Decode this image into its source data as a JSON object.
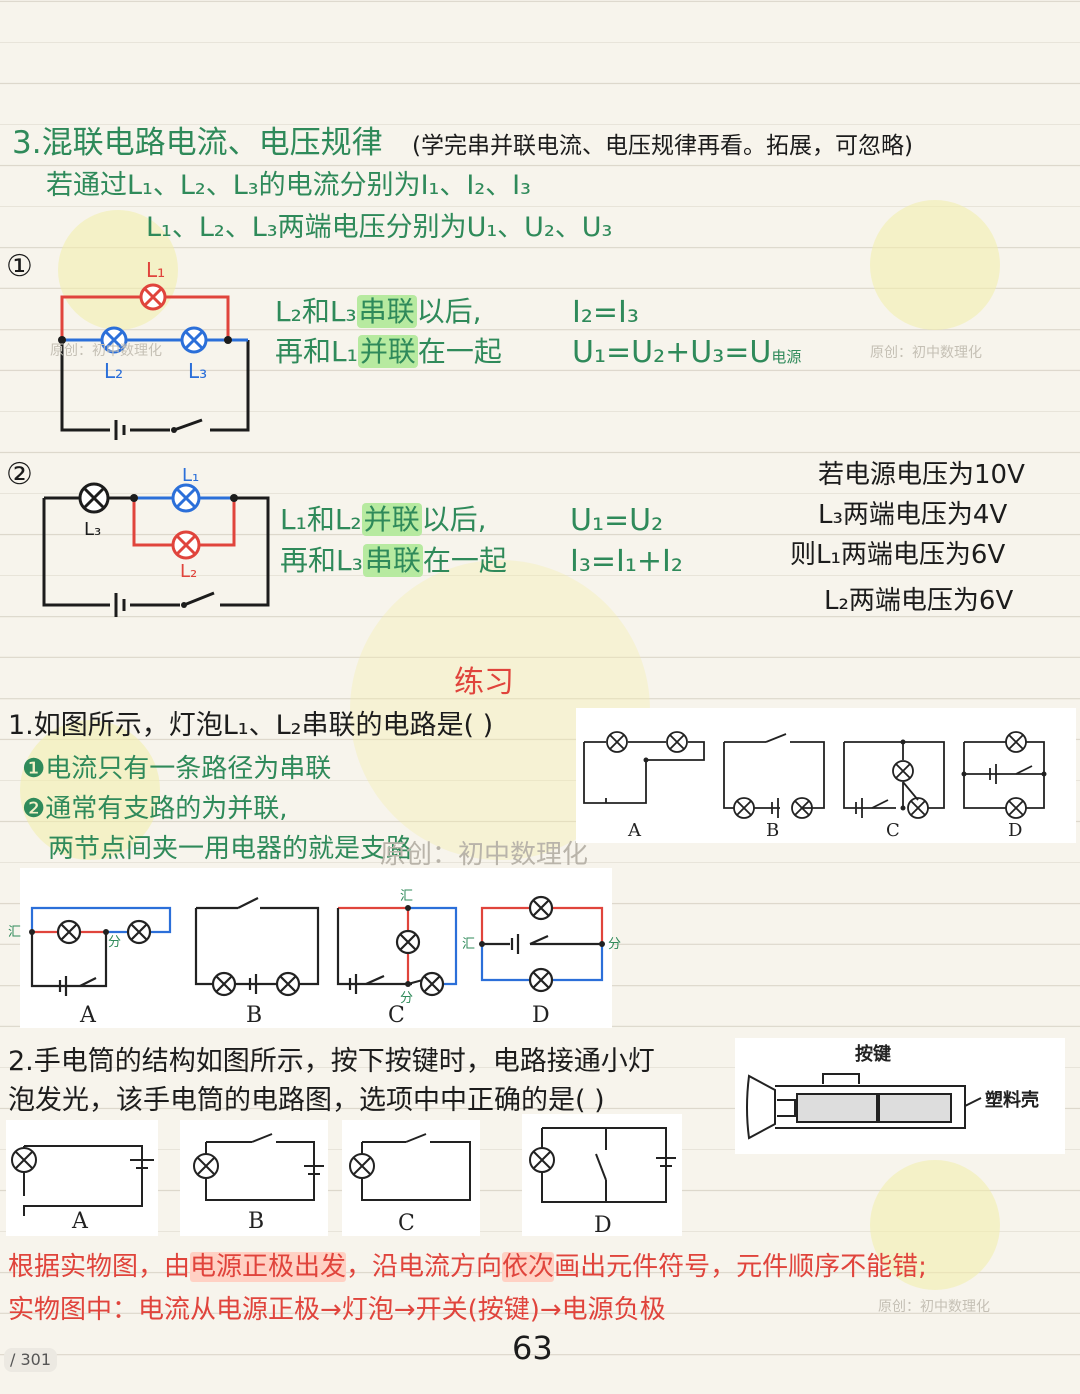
{
  "section3": {
    "title": "3.混联电路电流、电压规律",
    "note": "(学完串并联电流、电压规律再看。拓展，可忽略)",
    "intro1": "若通过L₁、L₂、L₃的电流分别为I₁、I₂、I₃",
    "intro2": "L₁、L₂、L₃两端电压分别为U₁、U₂、U₃"
  },
  "case1": {
    "num": "①",
    "line1_a": "L₂和L₃",
    "line1_hl": "串联",
    "line1_b": "以后,",
    "line2_a": "再和L₁",
    "line2_hl": "并联",
    "line2_b": "在一起",
    "eq1": "I₂=I₃",
    "eq2": "U₁=U₂+U₃=U",
    "eq2_sub": "电源",
    "labels": {
      "l1": "L₁",
      "l2": "L₂",
      "l3": "L₃"
    }
  },
  "case2": {
    "num": "②",
    "line1_a": "L₁和L₂",
    "line1_hl": "并联",
    "line1_b": "以后,",
    "line2_a": "再和L₃",
    "line2_hl": "串联",
    "line2_b": "在一起",
    "eq1": "U₁=U₂",
    "eq2": "I₃=I₁+I₂",
    "side": [
      "若电源电压为10V",
      "L₃两端电压为4V",
      "则L₁两端电压为6V",
      "L₂两端电压为6V"
    ],
    "labels": {
      "l1": "L₁",
      "l2": "L₂",
      "l3": "L₃"
    }
  },
  "practice": {
    "title": "练习",
    "q1": "1.如图所示，灯泡L₁、L₂串联的电路是(    )",
    "hint1": "❶电流只有一条路径为串联",
    "hint2": "❷通常有支路的为并联,",
    "hint3": "两节点间夹一用电器的就是支路",
    "options": [
      "A",
      "B",
      "C",
      "D"
    ],
    "node_in": "汇",
    "node_out": "分",
    "q2_line1": "2.手电筒的结构如图所示，按下按键时，电路接通小灯",
    "q2_line2": "泡发光，该手电筒的电路图，选项中中正确的是(    )",
    "flash_key": "按键",
    "flash_shell": "塑料壳",
    "conclusion_a": "根据实物图，由",
    "conclusion_hl1": "电源正极出发",
    "conclusion_b": "，沿电流方向",
    "conclusion_hl2": "依次",
    "conclusion_c": "画出元件符号，元件顺序不能错;",
    "conclusion2": "实物图中：电流从电源正极→灯泡→开关(按键)→电源负极"
  },
  "watermark": "原创：初中数理化",
  "page_number": "63",
  "page_counter": "/ 301"
}
